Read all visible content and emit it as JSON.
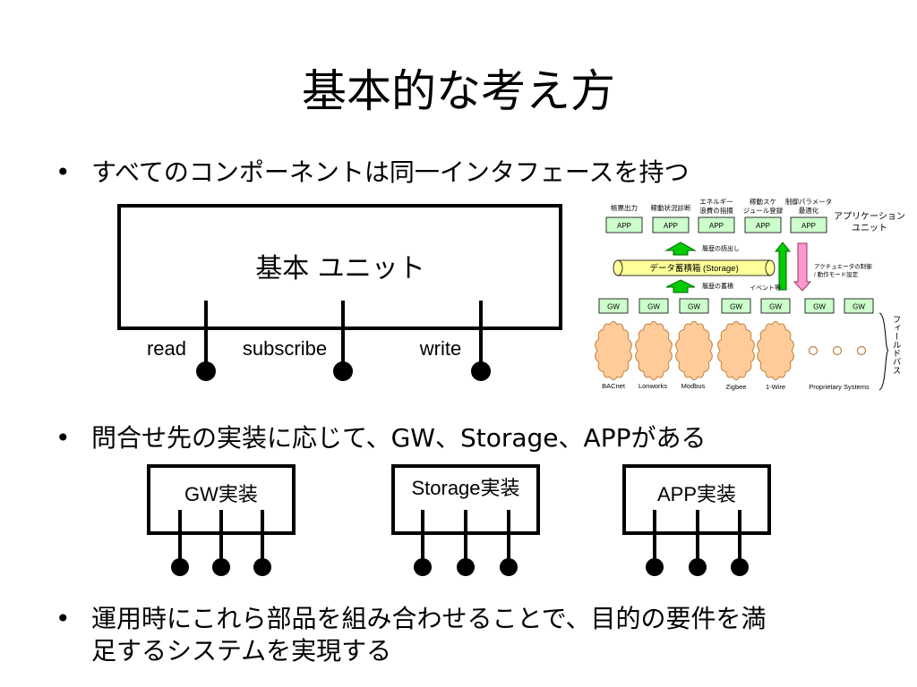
{
  "slide": {
    "title": "基本的な考え方",
    "bullets": [
      "すべてのコンポーネントは同一インタフェースを持つ",
      "問合せ先の実装に応じて、GW、Storage、APPがある",
      "運用時にこれら部品を組み合わせることで、目的の要件を満",
      "足するシステムを実現する"
    ],
    "bullet_marker": "•"
  },
  "unit": {
    "label": "基本 ユニット",
    "ports": [
      "read",
      "subscribe",
      "write"
    ]
  },
  "impls": [
    {
      "label": "GW実装"
    },
    {
      "label": "Storage実装"
    },
    {
      "label": "APP実装"
    }
  ],
  "arch": {
    "app_labels": [
      "帳票出力",
      "稼動状況診断",
      "エネルギー",
      "浪費の指摘",
      "稼動スケ",
      "ジュール登録",
      "制御パラメータ",
      "最適化"
    ],
    "app_box": "APP",
    "app_layer": [
      "アプリケーション",
      "ユニット"
    ],
    "storage": "データ蓄積箱 (Storage)",
    "history_read": "履歴の読出し",
    "history_store": "履歴の蓄積",
    "event": "イベント等",
    "actuator": [
      "アクチュエータの制御",
      "/ 動作モード設定"
    ],
    "gw_box": "GW",
    "protocols": [
      "BACnet",
      "Lonworks",
      "Modbus",
      "Zigbee",
      "1-Wire",
      "Proprietary Systems"
    ],
    "fieldbus": "フィールドバス",
    "colors": {
      "box_fill": "#ccffcc",
      "storage_fill": "#ffff99",
      "gw_fill": "#ccffcc",
      "cloud_fill": "#ffcc99",
      "cloud_stroke": "#c08040",
      "green_arrow": "#00cc00",
      "pink_arrow": "#ff99cc"
    }
  }
}
